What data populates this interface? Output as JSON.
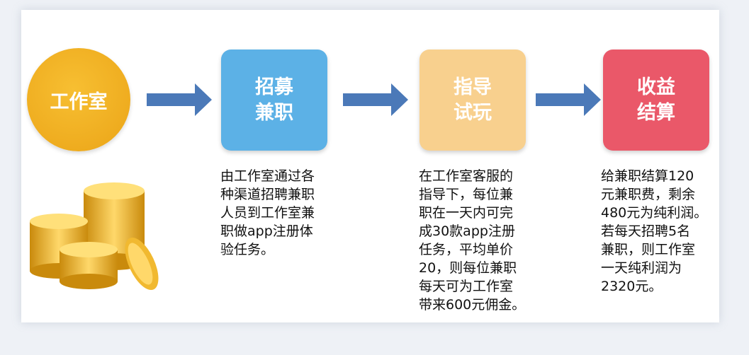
{
  "start": {
    "label": "工作室"
  },
  "steps": [
    {
      "title": [
        "招募",
        "兼职"
      ],
      "color": "#5cb1e6",
      "desc": [
        "由工作室通过各",
        "种渠道招聘兼职",
        "人员到工作室兼",
        "职做app注册体",
        "验任务。"
      ]
    },
    {
      "title": [
        "指导",
        "试玩"
      ],
      "color": "#f8d08e",
      "desc": [
        "在工作室客服的",
        "指导下，每位兼",
        "职在一天内可完",
        "成30款app注册",
        "任务，平均单价",
        "20，则每位兼职",
        "每天可为工作室",
        "带来600元佣金。"
      ]
    },
    {
      "title": [
        "收益",
        "结算"
      ],
      "color": "#ea5869",
      "desc": [
        "给兼职结算120",
        "元兼职费，剩余",
        "480元为纯利润。",
        "若每天招聘5名",
        "兼职，则工作室",
        "一天纯利润为",
        "2320元。"
      ]
    }
  ],
  "colors": {
    "arrow": "#4b79b8",
    "circle": "#f0a91c"
  }
}
